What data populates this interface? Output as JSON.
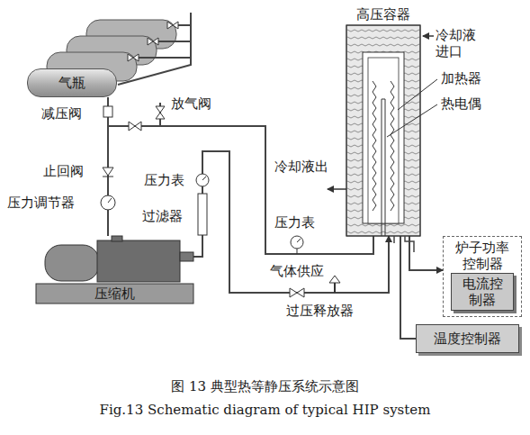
{
  "diagram": {
    "caption": "图 13 典型热等静压系统示意图",
    "nodes": [
      {
        "text": [
          "气瓶"
        ]
      },
      {
        "text": [
          "压缩机"
        ]
      },
      {
        "text": [
          "高压容器"
        ]
      },
      {
        "text": [
          "炉子功率控制器"
        ]
      },
      {
        "text": [
          "电流控制器"
        ],
        "in": 3
      },
      {
        "text": [
          "温度控制器"
        ]
      }
    ],
    "edges": [
      {
        "from": 0,
        "to": 1,
        "arrow": "none"
      },
      {
        "from": 0,
        "to": 2,
        "arrow": "none"
      },
      {
        "from": 1,
        "to": 2,
        "arrow": "to"
      },
      {
        "from": 2,
        "to": 3,
        "arrow": "to"
      },
      {
        "from": 2,
        "to": 5,
        "arrow": "none"
      }
    ],
    "labels": [
      "减压阀",
      "放气阀",
      "止回阀",
      "压力调节器",
      "压力表",
      "过滤器",
      "冷却液进口",
      "加热器",
      "热电偶",
      "冷却液出",
      "压力表",
      "气体供应",
      "过压释放器",
      "Fig.13 Schematic diagram of typical HIP system"
    ]
  }
}
